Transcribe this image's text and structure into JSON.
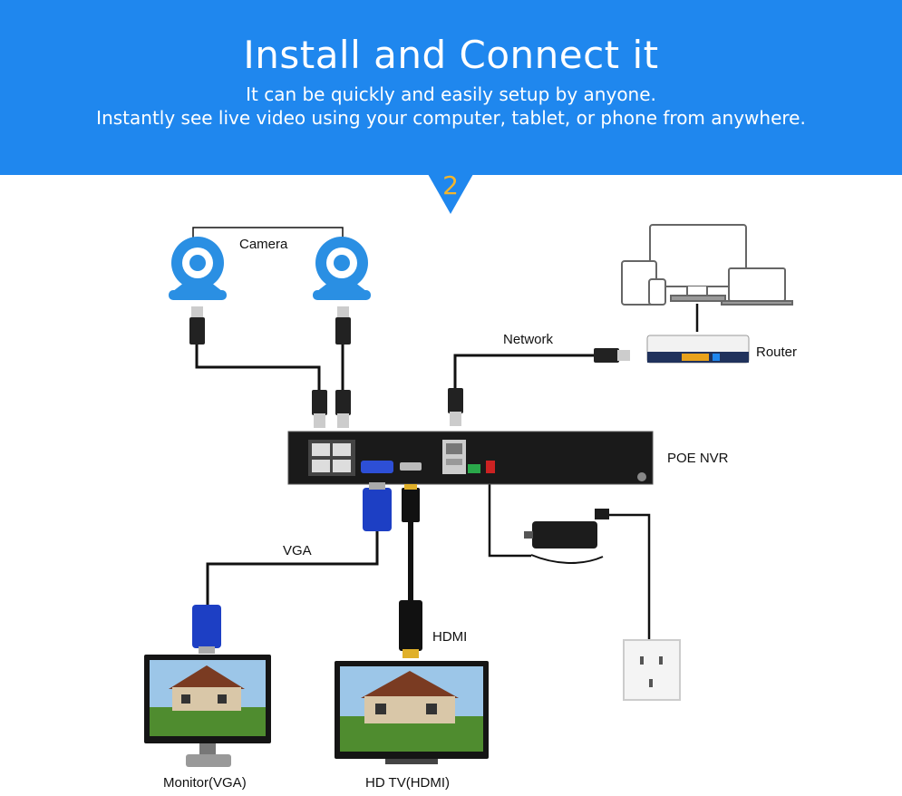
{
  "header": {
    "title": "Install and Connect it",
    "subtitle_line1": "It can be quickly and easily setup by anyone.",
    "subtitle_line2": "Instantly see live video using your computer, tablet, or phone from anywhere.",
    "step_number": "2"
  },
  "labels": {
    "camera": "Camera",
    "network": "Network",
    "router": "Router",
    "poe_nvr": "POE NVR",
    "vga": "VGA",
    "hdmi": "HDMI",
    "monitor_vga": "Monitor(VGA)",
    "hd_tv_hdmi": "HD TV(HDMI)"
  },
  "colors": {
    "banner": "#1f87ee",
    "step_number": "#f3b52c",
    "camera_blue": "#2a8fe3",
    "vga_connector": "#1d3fc4",
    "cable": "#111111"
  }
}
